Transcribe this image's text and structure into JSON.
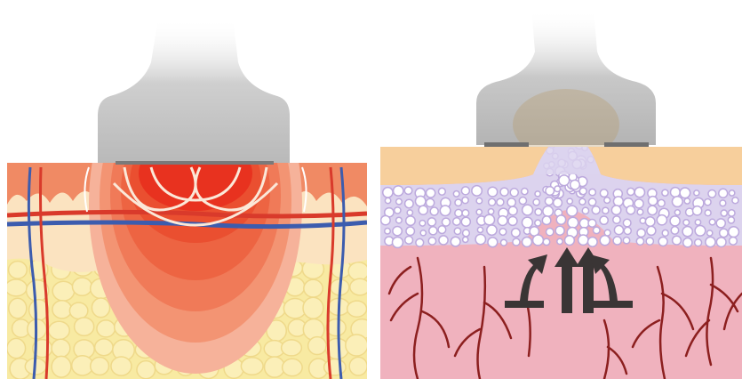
{
  "left_panel": {
    "device": "applicator-probe",
    "layers": [
      "epidermis",
      "dermis",
      "blood-vessels",
      "fat-cells"
    ],
    "heat_zone": "radiofrequency-heat-gradient",
    "colors": {
      "heat_core": "#e8321f",
      "heat_outer": "#f6b29a",
      "fat": "#f8eaa2",
      "artery": "#d93a2b",
      "vein": "#3c5cae"
    }
  },
  "right_panel": {
    "device": "vacuum-applicator",
    "layers": [
      "skin-surface",
      "fat-cells",
      "tissue",
      "capillaries"
    ],
    "arrows": [
      "arrow-left-curve",
      "arrow-up-1",
      "arrow-up-2",
      "arrow-right-curve"
    ],
    "colors": {
      "surface": "#f7cf9c",
      "fat_layer": "#dcd3ee",
      "cells": "#bca9dd",
      "tissue": "#f0b2be",
      "capillary": "#8c1f1f",
      "arrow": "#3a3535"
    }
  }
}
